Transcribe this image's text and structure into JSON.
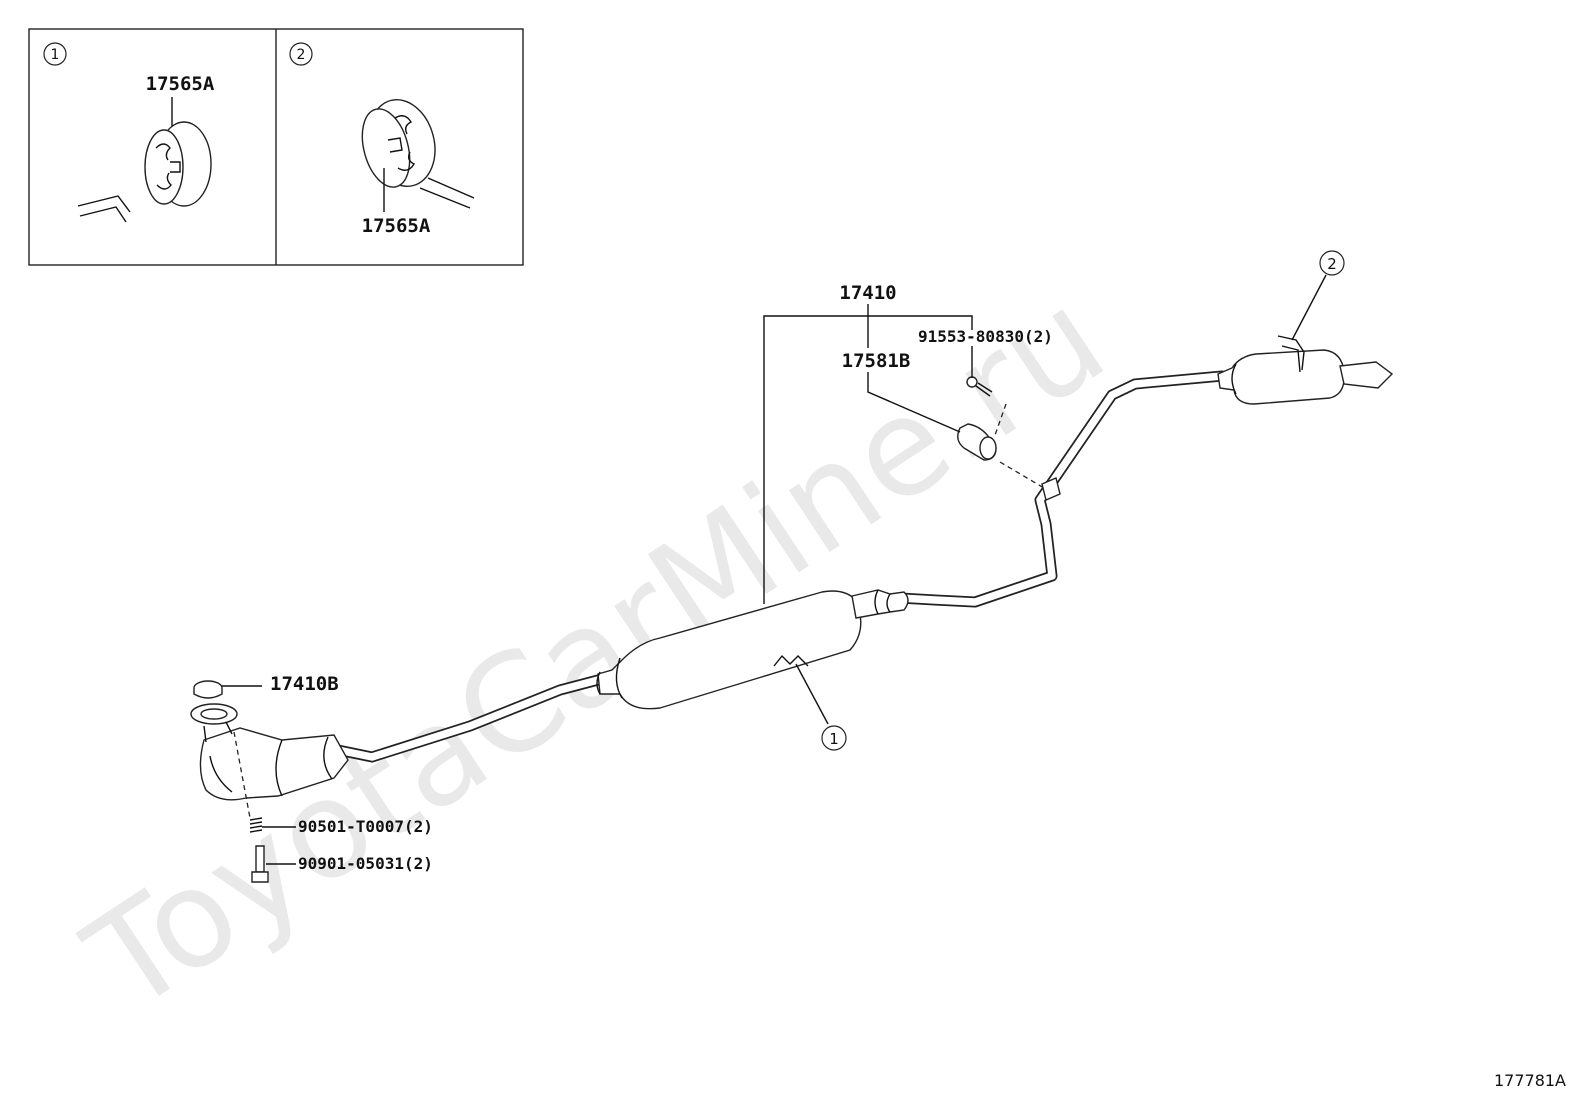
{
  "watermark": "ToyotaCarMine.ru",
  "figure_id": "177781A",
  "inset_1": {
    "marker": "1",
    "label": "17565A"
  },
  "inset_2": {
    "marker": "2",
    "label": "17565A"
  },
  "callouts": {
    "assy": "17410",
    "gasket_ring": "17581B",
    "bolt_upper": "91553-80830(2)",
    "gasket_front": "17410B",
    "spring": "90501-T0007(2)",
    "bolt_front": "90901-05031(2)",
    "marker_1": "1",
    "marker_2": "2"
  }
}
